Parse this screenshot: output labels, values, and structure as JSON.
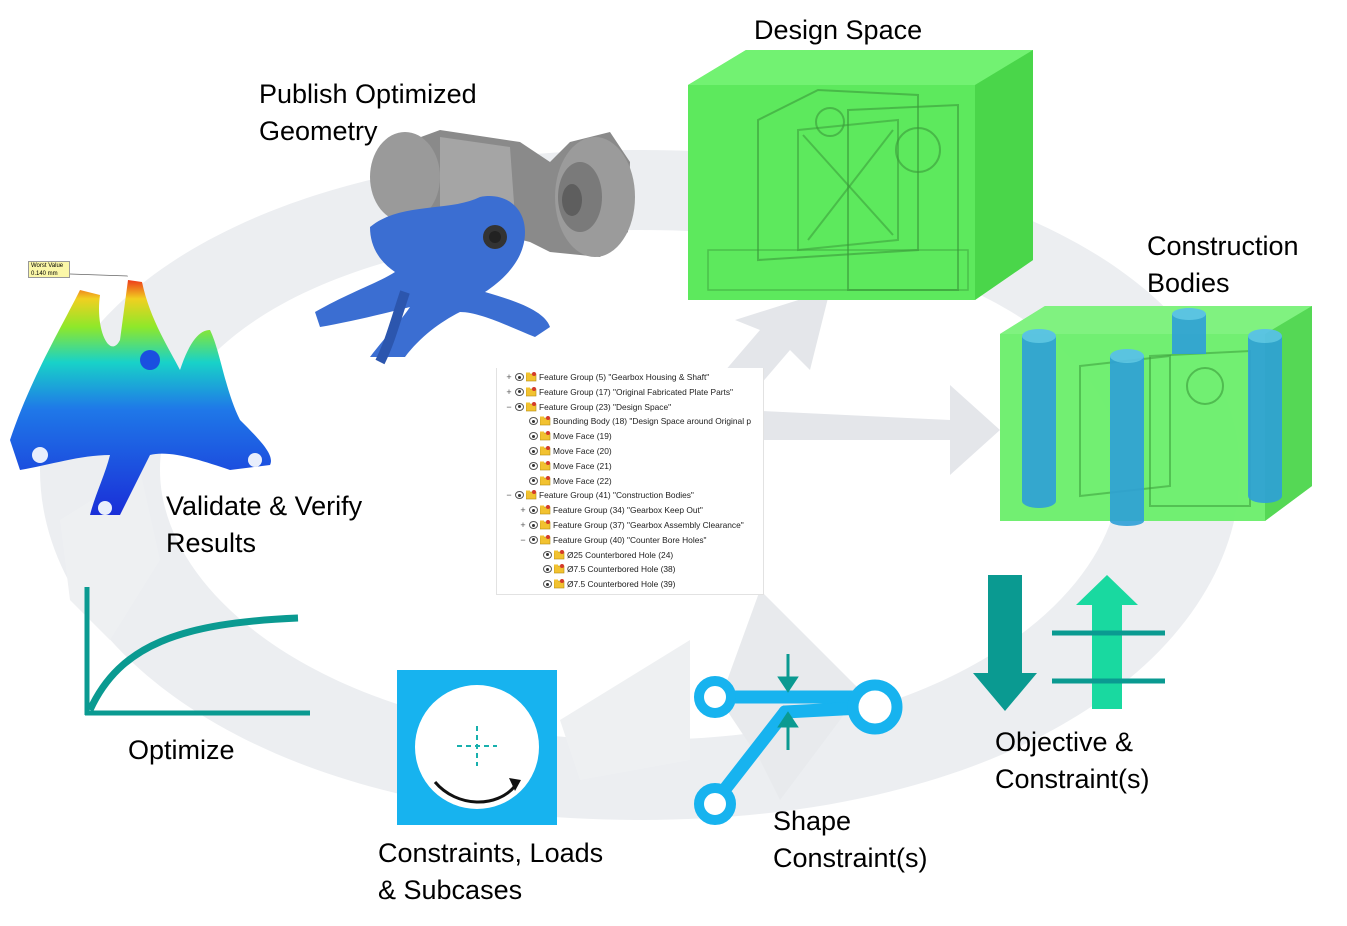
{
  "labels": {
    "design_space": "Design Space",
    "publish_line1": "Publish Optimized",
    "publish_line2": "Geometry",
    "construction_line1": "Construction",
    "construction_line2": "Bodies",
    "validate_line1": "Validate & Verify",
    "validate_line2": "Results",
    "optimize": "Optimize",
    "constraints_line1": "Constraints, Loads",
    "constraints_line2": "& Subcases",
    "shape_line1": "Shape",
    "shape_line2": "Constraint(s)",
    "objective_line1": "Objective &",
    "objective_line2": "Constraint(s)"
  },
  "tooltip": {
    "title": "Worst Value",
    "value": "0.140 mm"
  },
  "feature_tree": [
    {
      "text": "Feature Group (5) \"Gearbox Housing & Shaft\"",
      "expander": "+"
    },
    {
      "text": "Feature Group (17) \"Original Fabricated Plate Parts\"",
      "expander": "+"
    },
    {
      "text": "Feature Group (23) \"Design Space\"",
      "expander": "−"
    },
    {
      "text": "Bounding Body (18) \"Design Space around Original p",
      "expander": ""
    },
    {
      "text": "Move Face (19)",
      "expander": ""
    },
    {
      "text": "Move Face (20)",
      "expander": ""
    },
    {
      "text": "Move Face (21)",
      "expander": ""
    },
    {
      "text": "Move Face (22)",
      "expander": ""
    },
    {
      "text": "Feature Group (41) \"Construction Bodies\"",
      "expander": "−"
    },
    {
      "text": "Feature Group (34) \"Gearbox Keep Out\"",
      "expander": "+"
    },
    {
      "text": "Feature Group (37) \"Gearbox Assembly Clearance\"",
      "expander": "+"
    },
    {
      "text": "Feature Group (40) \"Counter Bore Holes\"",
      "expander": "−"
    },
    {
      "text": "Ø25 Counterbored Hole (24)",
      "expander": ""
    },
    {
      "text": "Ø7.5 Counterbored Hole (38)",
      "expander": ""
    },
    {
      "text": "Ø7.5 Counterbored Hole (39)",
      "expander": ""
    }
  ],
  "colors": {
    "cycle_arrow": "#e9ebee",
    "green_box": "#5cec5c",
    "cyan_icon": "#17b3ef",
    "teal": "#0a9a91",
    "mint": "#19d9a0",
    "part_blue": "#3d6fcf",
    "housing_gray": "#8c8c8c"
  }
}
